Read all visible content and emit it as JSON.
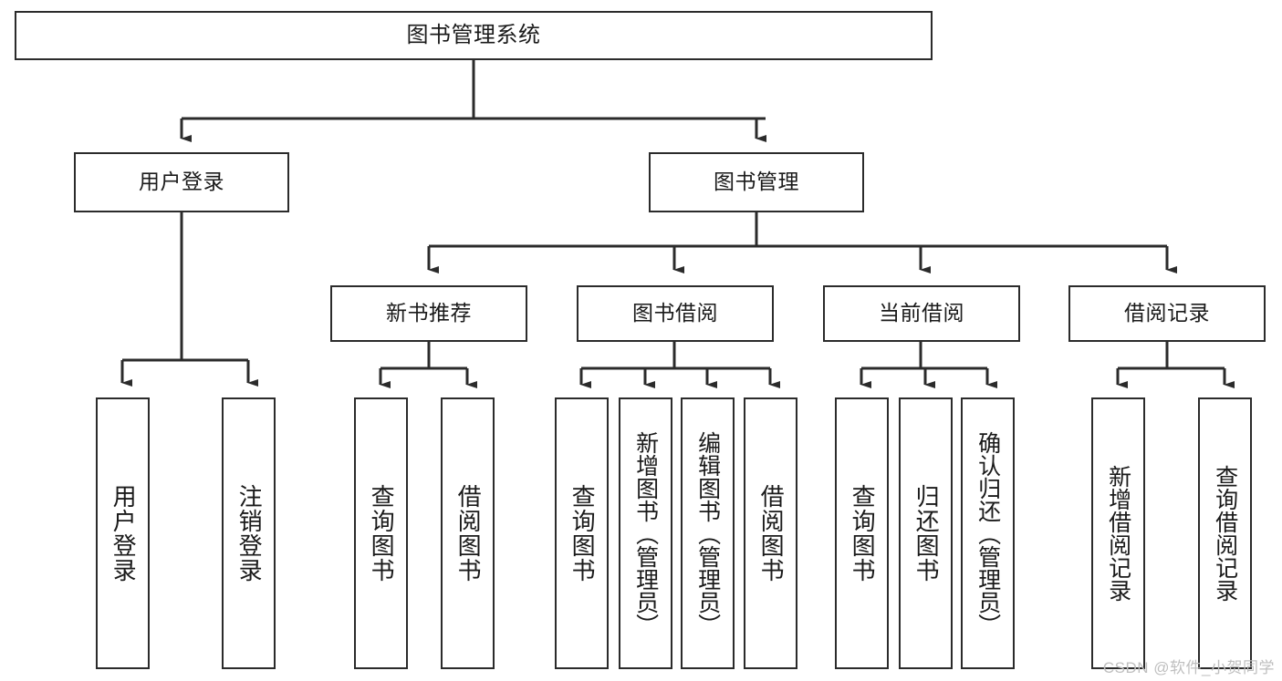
{
  "diagram": {
    "title": "图书管理系统",
    "type": "function-structure-tree",
    "orientation": "top-down",
    "stroke_color": "#2b2b2b",
    "fill_color": "#ffffff",
    "text_color": "#1a1a1a"
  },
  "watermark": {
    "text": "CSDN @软件_小贺同学",
    "color": "#bfbfbf"
  },
  "nodes": {
    "root": {
      "label": "图书管理系统",
      "level": 1
    },
    "level2": [
      {
        "id": "user-login",
        "label": "用户登录"
      },
      {
        "id": "book-management",
        "label": "图书管理"
      }
    ],
    "level3": [
      {
        "id": "new-book-recommend",
        "label": "新书推荐",
        "parent": "book-management"
      },
      {
        "id": "book-borrow",
        "label": "图书借阅",
        "parent": "book-management"
      },
      {
        "id": "current-borrow",
        "label": "当前借阅",
        "parent": "book-management"
      },
      {
        "id": "borrow-record",
        "label": "借阅记录",
        "parent": "book-management"
      }
    ],
    "leaves": {
      "user-login": [
        {
          "id": "leaf-user-login",
          "label": "用户登录"
        },
        {
          "id": "leaf-logout",
          "label": "注销登录"
        }
      ],
      "new-book-recommend": [
        {
          "id": "leaf-query-book-1",
          "label": "查询图书"
        },
        {
          "id": "leaf-borrow-book-1",
          "label": "借阅图书"
        }
      ],
      "book-borrow": [
        {
          "id": "leaf-query-book-2",
          "label": "查询图书"
        },
        {
          "id": "leaf-add-book",
          "label": "新增图书（管理员）"
        },
        {
          "id": "leaf-edit-book",
          "label": "编辑图书（管理员）"
        },
        {
          "id": "leaf-borrow-book-2",
          "label": "借阅图书"
        }
      ],
      "current-borrow": [
        {
          "id": "leaf-query-book-3",
          "label": "查询图书"
        },
        {
          "id": "leaf-return-book",
          "label": "归还图书"
        },
        {
          "id": "leaf-confirm-return",
          "label": "确认归还（管理员）"
        }
      ],
      "borrow-record": [
        {
          "id": "leaf-add-record",
          "label": "新增借阅记录"
        },
        {
          "id": "leaf-query-record",
          "label": "查询借阅记录"
        }
      ]
    }
  }
}
